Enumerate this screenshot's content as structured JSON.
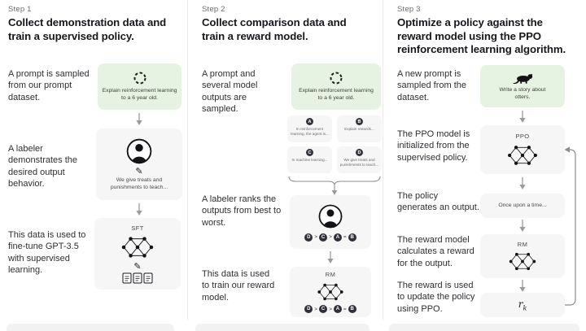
{
  "diagram": {
    "step1": {
      "label": "Step 1",
      "title": "Collect demonstration data and train a supervised policy.",
      "caption_prompt": "A prompt is sampled from our prompt dataset.",
      "prompt_text": "Explain reinforcement learning to a 6 year old.",
      "caption_labeler": "A labeler demonstrates the desired output behavior.",
      "demo_text": "We give treats and punishments to teach...",
      "caption_finetune": "This data is used to fine-tune GPT-3.5 with supervised learning.",
      "model_label": "SFT",
      "pen_icon": "✎"
    },
    "step2": {
      "label": "Step 2",
      "title": "Collect comparison data and train a reward model.",
      "caption_prompt": "A prompt and several model outputs are sampled.",
      "prompt_text": "Explain reinforcement learning to a 6 year old.",
      "outputs": [
        {
          "letter": "A",
          "text": "In reinforcement learning, the agent is..."
        },
        {
          "letter": "B",
          "text": "Explain rewards..."
        },
        {
          "letter": "C",
          "text": "In machine learning..."
        },
        {
          "letter": "D",
          "text": "We give treats and punishments to teach..."
        }
      ],
      "caption_rank": "A labeler ranks the outputs from best to worst.",
      "ranking": {
        "r0": "D",
        "s0": ">",
        "r1": "C",
        "s1": ">",
        "r2": "A",
        "s2": "=",
        "r3": "B"
      },
      "caption_train": "This data is used to train our reward model.",
      "model_label": "RM"
    },
    "step3": {
      "label": "Step 3",
      "title": "Optimize a policy against the reward model using the PPO reinforcement learning algorithm.",
      "caption_prompt": "A new prompt is sampled from the dataset.",
      "prompt_text": "Write a story about otters.",
      "caption_init": "The PPO model is initialized from the supervised policy.",
      "ppo_label": "PPO",
      "caption_output": "The policy generates an output.",
      "output_text": "Once upon a time...",
      "caption_reward": "The reward model calculates a reward for the output.",
      "rm_label": "RM",
      "caption_update": "The reward is used to update the policy using PPO.",
      "reward_symbol": "r",
      "reward_subscript": "k"
    },
    "colors": {
      "green_box": "#e6f3e3",
      "gray_box": "#f6f6f7",
      "arrow": "#999999"
    }
  }
}
